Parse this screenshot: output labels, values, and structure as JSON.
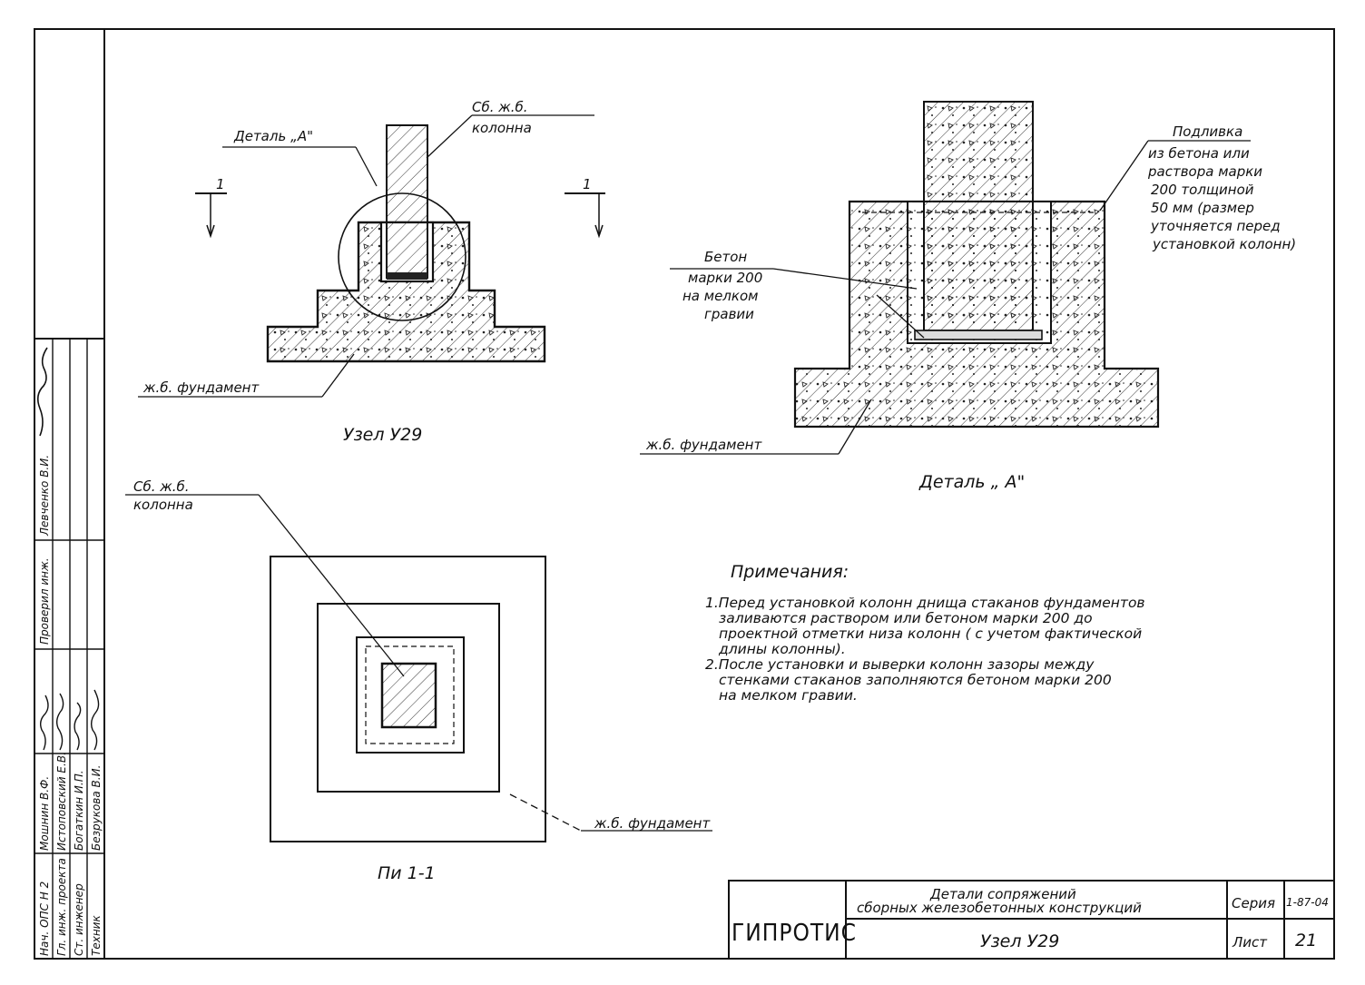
{
  "drawing": {
    "detail_ref_label": "Деталь „А\"",
    "column_label_line1": "Сб. ж.б.",
    "column_label_line2": "колонна",
    "section_mark_left": "1",
    "section_mark_right": "1",
    "foundation_label_top": "ж.б. фундамент",
    "node_caption": "Узел У29",
    "detail_caption": "Деталь „ А\"",
    "plan_caption": "Пи 1-1",
    "plan_column_line1": "Сб. ж.б.",
    "plan_column_line2": "колонна",
    "plan_foundation_label": "ж.б. фундамент",
    "detail_foundation_label": "ж.б. фундамент",
    "grout_label": [
      "Подливка",
      "из бетона или",
      "раствора марки",
      "200 толщиной",
      "50 мм (размер",
      "уточняется перед",
      "установкой колонн)"
    ],
    "concrete_label": [
      "Бетон",
      "марки 200",
      "на мелком",
      "гравии"
    ]
  },
  "notes": {
    "title": "Примечания:",
    "lines": [
      "1.Перед установкой колонн днища стаканов фундаментов",
      "заливаются раствором или бетоном марки 200 до",
      "проектной отметки низа колонн ( с учетом фактической",
      "длины колонны).",
      "2.После установки и выверки колонн зазоры между",
      "стенками стаканов заполняются бетоном марки 200",
      "на мелком гравии."
    ]
  },
  "title_block": {
    "org": "ГИПРОТИС",
    "title_line1": "Детали сопряжений",
    "title_line2": "сборных железобетонных конструкций",
    "node": "Узел У29",
    "series_label": "Серия",
    "series_value": "1-87-04",
    "sheet_label": "Лист",
    "sheet_value": "21"
  },
  "side_stamp": {
    "roles": [
      "Нач. ОПС Н 2",
      "Гл. инж. проекта",
      "Ст. инженер",
      "Техник"
    ],
    "names": [
      "Мошнин В.Ф.",
      "Истоповский Е.В.",
      "Богаткин И.П.",
      "Безрукова В.И."
    ],
    "check_role": "Проверил инж.",
    "check_name": "Левченко В.И."
  }
}
